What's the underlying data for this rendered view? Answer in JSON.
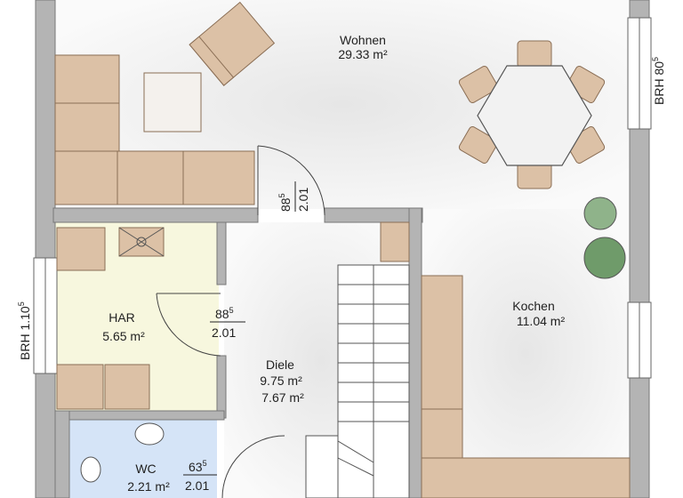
{
  "rooms": {
    "wohnen": {
      "name": "Wohnen",
      "area": "29.33 m²"
    },
    "kochen": {
      "name": "Kochen",
      "area": "11.04 m²"
    },
    "har": {
      "name": "HAR",
      "area": "5.65 m²"
    },
    "diele": {
      "name": "Diele",
      "area1": "9.75 m²",
      "area2": "7.67 m²"
    },
    "wc": {
      "name": "WC",
      "area": "2.21 m²"
    }
  },
  "dimensions": {
    "door_wohnen": {
      "width": "88",
      "sup": "5",
      "height": "2.01"
    },
    "door_har": {
      "width": "88",
      "sup": "5",
      "height": "2.01"
    },
    "door_wc": {
      "width": "63",
      "sup": "5",
      "height": "2.01"
    }
  },
  "windows": {
    "right": {
      "text": "BRH 80",
      "sup": "5"
    },
    "left": {
      "text": "BRH 1.10",
      "sup": "5"
    }
  },
  "colors": {
    "wall": "#b4b4b4",
    "furniture": "#dcc1a6",
    "har_floor": "#f7f7de",
    "wc_floor": "#d5e4f7",
    "plant": "#8fb38a"
  }
}
